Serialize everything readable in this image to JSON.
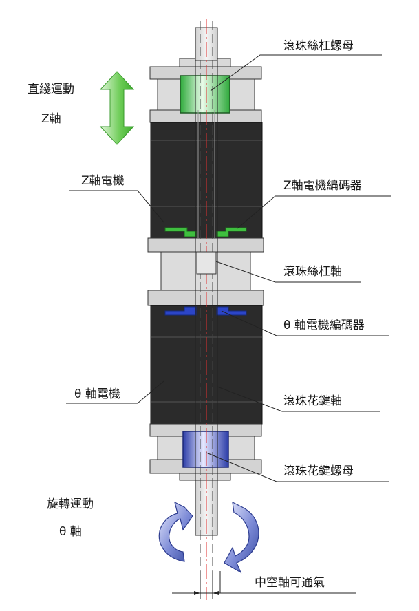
{
  "labels": {
    "ball_screw_nut": "滾珠絲杠螺母",
    "linear_motion": "直綫運動",
    "z_axis": "Z軸",
    "z_motor": "Z軸電機",
    "z_encoder": "Z軸電機編碼器",
    "ball_screw_shaft": "滾珠絲杠軸",
    "theta_encoder": "θ 軸電機編碼器",
    "theta_motor": "θ 軸電機",
    "ball_spline_shaft": "滾珠花鍵軸",
    "ball_spline_nut": "滾珠花鍵螺母",
    "rotary_motion": "旋轉運動",
    "theta_axis": "θ 軸",
    "hollow_shaft": "中空軸可通氣"
  },
  "colors": {
    "motor_body": "#2b2b2b",
    "housing_gray": "#d3d3d3",
    "screw_nut_green": "#39b54a",
    "spline_nut_blue": "#3d4fb8",
    "encoder_green": "#3fbf3f",
    "encoder_blue": "#2c45c8",
    "center_line_red": "#e03030",
    "arrow_green": "#5ec84a",
    "arrow_blue": "#3c52b5"
  }
}
